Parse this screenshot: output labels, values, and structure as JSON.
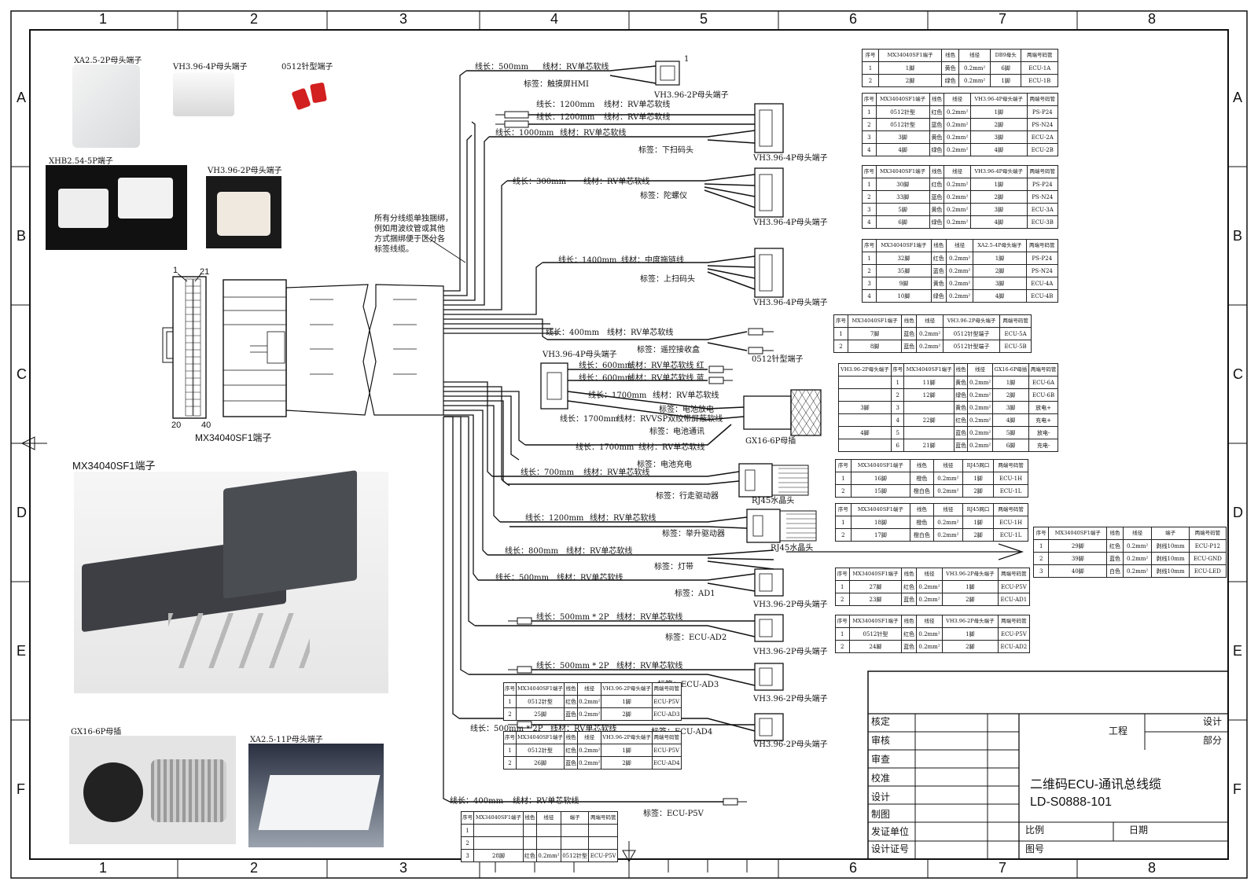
{
  "frame": {
    "columns": [
      "1",
      "2",
      "3",
      "4",
      "5",
      "6",
      "7",
      "8"
    ],
    "rows": [
      "A",
      "B",
      "C",
      "D",
      "E",
      "F"
    ]
  },
  "photos": [
    {
      "id": "xa25-2p",
      "caption": "XA2.5-2P母头端子"
    },
    {
      "id": "vh396-4p",
      "caption": "VH3.96-4P母头端子"
    },
    {
      "id": "0512",
      "caption": "0512针型端子"
    },
    {
      "id": "xhb254",
      "caption": "XHB2.54-5P端子"
    },
    {
      "id": "vh396-2p",
      "caption": "VH3.96-2P母头端子"
    },
    {
      "id": "mx",
      "caption": "MX34040SF1端子"
    },
    {
      "id": "gx16",
      "caption": "GX16-6P母插"
    },
    {
      "id": "xa25-11p",
      "caption": "XA2.5-11P母头端子"
    }
  ],
  "main_connector": {
    "label": "MX34040SF1端子",
    "pin_1": "1",
    "pin_21": "21",
    "pin_20": "20",
    "pin_40": "40",
    "note": [
      "所有分线缆单独捆绑，",
      "例如用波纹管或其他",
      "方式捆绑便于区分各",
      "标签线缆。"
    ]
  },
  "branches": [
    {
      "length": "线长：500mm",
      "material": "线材：RV单芯软线",
      "tag": "标签：触摸屏HMI"
    },
    {
      "length": "线长：1200mm",
      "material": "线材：RV单芯软线"
    },
    {
      "length": "线长：1200mm",
      "material": "线材：RV单芯软线"
    },
    {
      "length": "线长：1000mm",
      "material": "线材：RV单芯软线",
      "tag": "标签：下扫码头"
    },
    {
      "length": "线长：300mm",
      "material": "线材：RV单芯软线",
      "tag": "标签：陀螺仪"
    },
    {
      "length": "线长：1400mm",
      "material": "线材：中度拖链线",
      "tag": "标签：上扫码头"
    },
    {
      "length": "线长：400mm",
      "material": "线材：RV单芯软线",
      "tag": "标签：遥控接收盒"
    },
    {
      "length": "线长：600mm",
      "material": "线材：RV单芯软线 红"
    },
    {
      "length": "线长：600mm",
      "material": "线材：RV单芯软线 蓝"
    },
    {
      "length": "线长：1700mm",
      "material": "线材：RV单芯软线",
      "tag": "标签：电池放电"
    },
    {
      "length": "线长：1700mm",
      "material": "线材：RVVSP双绞带屏蔽软线",
      "tag": "标签：电池通讯"
    },
    {
      "length": "线长：1700mm",
      "material": "线材：RV单芯软线",
      "tag": "标签：电池充电"
    },
    {
      "length": "线长：700mm",
      "material": "线材：RV单芯软线",
      "tag": "标签：行走驱动器"
    },
    {
      "length": "线长：1200mm",
      "material": "线材：RV单芯软线",
      "tag": "标签：举升驱动器"
    },
    {
      "length": "线长：800mm",
      "material": "线材：RV单芯软线",
      "tag": "标签：灯带"
    },
    {
      "length": "线长：500mm",
      "material": "线材：RV单芯软线",
      "tag": "标签：AD1"
    },
    {
      "length": "线长：500mm * 2P",
      "material": "线材：RV单芯软线",
      "tag": "标签：ECU-AD2"
    },
    {
      "length": "线长：500mm * 2P",
      "material": "线材：RV单芯软线",
      "tag": "标签：ECU-AD3"
    },
    {
      "length": "线长：500mm * 2P",
      "material": "线材：RV单芯软线",
      "tag": "标签：ECU-AD4"
    },
    {
      "length": "线长：400mm",
      "material": "线材：RV单芯软线",
      "tag": "标签：ECU-P5V"
    }
  ],
  "connector_labels": {
    "vh2p": "VH3.96-2P母头端子",
    "vh4p": "VH3.96-4P母头端子",
    "pin0512": "0512针型端子",
    "gx16": "GX16-6P母插",
    "rj45": "RJ45水晶头",
    "vh4p_left": "VH3.96-4P母头端子"
  },
  "tables": [
    {
      "head": [
        "序号",
        "MX34040SF1端子",
        "线色",
        "线径",
        "DB9母头",
        "两端号码管"
      ],
      "rows": [
        [
          "1",
          "1脚",
          "黄色",
          "0.2mm²",
          "6脚",
          "ECU-1A"
        ],
        [
          "2",
          "2脚",
          "绿色",
          "0.2mm²",
          "1脚",
          "ECU-1B"
        ]
      ]
    },
    {
      "head": [
        "序号",
        "MX34040SF1端子",
        "线色",
        "线径",
        "VH3.96-4P母头端子",
        "两端号码管"
      ],
      "rows": [
        [
          "1",
          "0512针型",
          "红色",
          "0.2mm²",
          "1脚",
          "PS-P24"
        ],
        [
          "2",
          "0512针型",
          "蓝色",
          "0.2mm²",
          "2脚",
          "PS-N24"
        ],
        [
          "3",
          "3脚",
          "黄色",
          "0.2mm²",
          "3脚",
          "ECU-2A"
        ],
        [
          "4",
          "4脚",
          "绿色",
          "0.2mm²",
          "4脚",
          "ECU-2B"
        ]
      ]
    },
    {
      "head": [
        "序号",
        "MX34040SF1端子",
        "线色",
        "线径",
        "VH3.96-4P母头端子",
        "两端号码管"
      ],
      "rows": [
        [
          "1",
          "30脚",
          "红色",
          "0.2mm²",
          "1脚",
          "PS-P24"
        ],
        [
          "2",
          "33脚",
          "蓝色",
          "0.2mm²",
          "2脚",
          "PS-N24"
        ],
        [
          "3",
          "5脚",
          "黄色",
          "0.2mm²",
          "3脚",
          "ECU-3A"
        ],
        [
          "4",
          "6脚",
          "绿色",
          "0.2mm²",
          "4脚",
          "ECU-3B"
        ]
      ]
    },
    {
      "head": [
        "序号",
        "MX34040SF1端子",
        "线色",
        "线径",
        "XA2.5-4P母头端子",
        "两端号码管"
      ],
      "rows": [
        [
          "1",
          "32脚",
          "红色",
          "0.2mm²",
          "1脚",
          "PS-P24"
        ],
        [
          "2",
          "35脚",
          "蓝色",
          "0.2mm²",
          "2脚",
          "PS-N24"
        ],
        [
          "3",
          "9脚",
          "黄色",
          "0.2mm²",
          "3脚",
          "ECU-4A"
        ],
        [
          "4",
          "10脚",
          "绿色",
          "0.2mm²",
          "4脚",
          "ECU-4B"
        ]
      ]
    },
    {
      "head": [
        "序号",
        "MX34040SF1端子",
        "线色",
        "线径",
        "VH3.96-2P母头端子",
        "两端号码管"
      ],
      "rows": [
        [
          "1",
          "7脚",
          "蓝色",
          "0.2mm²",
          "0512针型端子",
          "ECU-5A"
        ],
        [
          "2",
          "8脚",
          "蓝色",
          "0.2mm²",
          "0512针型端子",
          "ECU-5B"
        ]
      ]
    },
    {
      "head": [
        "VH3.96-2P母头端子",
        "序号",
        "MX34040SF1端子",
        "线色",
        "线径",
        "GX16-6P母插",
        "两端号码管"
      ],
      "rows": [
        [
          "",
          "1",
          "11脚",
          "黄色",
          "0.2mm²",
          "1脚",
          "ECU-6A"
        ],
        [
          "",
          "2",
          "12脚",
          "绿色",
          "0.2mm²",
          "2脚",
          "ECU-6B"
        ],
        [
          "3脚",
          "3",
          "",
          "黄色",
          "0.2mm²",
          "3脚",
          "放电+"
        ],
        [
          "",
          "4",
          "22脚",
          "红色",
          "0.2mm²",
          "4脚",
          "充电+"
        ],
        [
          "4脚",
          "5",
          "",
          "蓝色",
          "0.2mm²",
          "5脚",
          "放电-"
        ],
        [
          "",
          "6",
          "21脚",
          "蓝色",
          "0.2mm²",
          "6脚",
          "充电-"
        ]
      ]
    },
    {
      "head": [
        "序号",
        "MX34040SF1端子",
        "线色",
        "线径",
        "RJ45网口",
        "两端号码管"
      ],
      "rows": [
        [
          "1",
          "16脚",
          "橙色",
          "0.2mm²",
          "1脚",
          "ECU-1H"
        ],
        [
          "2",
          "15脚",
          "橙白色",
          "0.2mm²",
          "2脚",
          "ECU-1L"
        ]
      ]
    },
    {
      "head": [
        "序号",
        "MX34040SF1端子",
        "线色",
        "线径",
        "RJ45网口",
        "两端号码管"
      ],
      "rows": [
        [
          "1",
          "18脚",
          "橙色",
          "0.2mm²",
          "1脚",
          "ECU-1H"
        ],
        [
          "2",
          "17脚",
          "橙白色",
          "0.2mm²",
          "2脚",
          "ECU-1L"
        ]
      ]
    },
    {
      "head": [
        "序号",
        "MX34040SF1端子",
        "线色",
        "线径",
        "端子",
        "两端号码管"
      ],
      "rows": [
        [
          "1",
          "29脚",
          "红色",
          "0.2mm²",
          "剥线10mm",
          "ECU-P12"
        ],
        [
          "2",
          "39脚",
          "蓝色",
          "0.2mm²",
          "剥线10mm",
          "ECU-GND"
        ],
        [
          "3",
          "40脚",
          "白色",
          "0.2mm²",
          "剥线10mm",
          "ECU-LED"
        ]
      ]
    },
    {
      "head": [
        "序号",
        "MX34040SF1端子",
        "线色",
        "线径",
        "VH3.96-2P母头端子",
        "两端号码管"
      ],
      "rows": [
        [
          "1",
          "27脚",
          "红色",
          "0.2mm²",
          "1脚",
          "ECU-P5V"
        ],
        [
          "2",
          "23脚",
          "蓝色",
          "0.2mm²",
          "2脚",
          "ECU-AD1"
        ]
      ]
    },
    {
      "head": [
        "序号",
        "MX34040SF1端子",
        "线色",
        "线径",
        "VH3.96-2P母头端子",
        "两端号码管"
      ],
      "rows": [
        [
          "1",
          "0512针型",
          "红色",
          "0.2mm²",
          "1脚",
          "ECU-P5V"
        ],
        [
          "2",
          "24脚",
          "蓝色",
          "0.2mm²",
          "2脚",
          "ECU-AD2"
        ]
      ]
    },
    {
      "head": [
        "序号",
        "MX34040SF1端子",
        "线色",
        "线径",
        "VH3.96-2P母头端子",
        "两端号码管"
      ],
      "rows": [
        [
          "1",
          "0512针型",
          "红色",
          "0.2mm²",
          "1脚",
          "ECU-P5V"
        ],
        [
          "2",
          "25脚",
          "蓝色",
          "0.2mm²",
          "2脚",
          "ECU-AD3"
        ]
      ]
    },
    {
      "head": [
        "序号",
        "MX34040SF1端子",
        "线色",
        "线径",
        "VH3.96-2P母头端子",
        "两端号码管"
      ],
      "rows": [
        [
          "1",
          "0512针型",
          "红色",
          "0.2mm²",
          "1脚",
          "ECU-P5V"
        ],
        [
          "2",
          "26脚",
          "蓝色",
          "0.2mm²",
          "2脚",
          "ECU-AD4"
        ]
      ]
    },
    {
      "head": [
        "序号",
        "MX34040SF1端子",
        "线色",
        "线径",
        "端子",
        "两端号码管"
      ],
      "rows": [
        [
          "1",
          "",
          "",
          "",
          "",
          ""
        ],
        [
          "2",
          "",
          "",
          "",
          "",
          ""
        ],
        [
          "3",
          "28脚",
          "红色",
          "0.2mm²",
          "0512针型",
          "ECU-P5V"
        ]
      ]
    }
  ],
  "title_block": {
    "approve": "核定",
    "review": "审核",
    "check": "审查",
    "verify": "校准",
    "design": "设计",
    "draw": "制图",
    "issuer": "发证单位",
    "cert_no": "设计证号",
    "project": "工程",
    "design_dept": "设计",
    "part": "部分",
    "title": "二维码ECU-通讯总线缆",
    "code": "LD-S0888-101",
    "scale": "比例",
    "date": "日期",
    "drawing_no": "图号"
  }
}
